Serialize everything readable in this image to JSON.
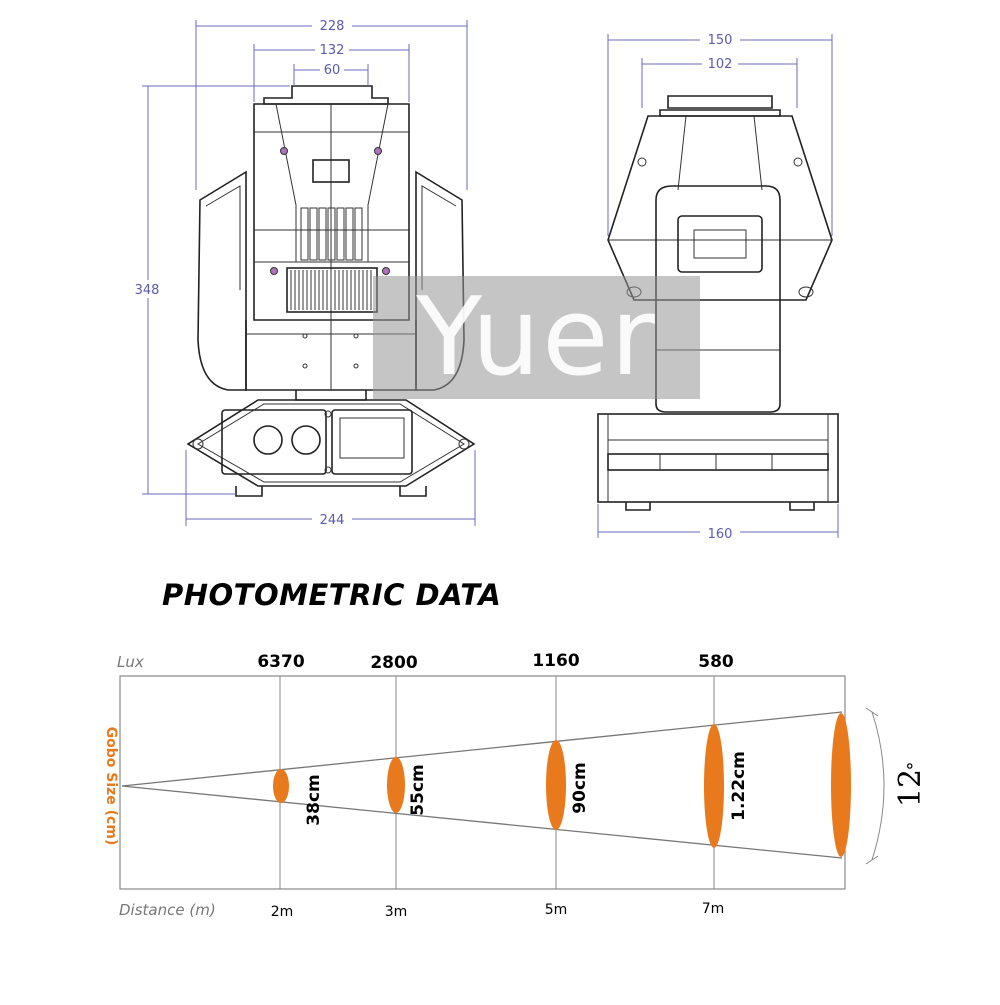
{
  "watermark": "Yuer",
  "front_view": {
    "width_total": "228",
    "width_head": "132",
    "width_top": "60",
    "height": "348",
    "width_base": "244"
  },
  "side_view": {
    "width_top": "150",
    "width_inner": "102",
    "width_base": "160"
  },
  "photometric": {
    "title": "PHOTOMETRIC DATA",
    "lux_label": "Lux",
    "distance_label": "Distance (m)",
    "gobo_label": "Gobo Size (cm)",
    "beam_angle": "12",
    "beam_angle_unit": "°",
    "beam_color": "#e8791c"
  },
  "chart_data": {
    "type": "table",
    "x": [
      "2m",
      "3m",
      "5m",
      "7m"
    ],
    "lux": [
      "6370",
      "2800",
      "1160",
      "580"
    ],
    "gobo_size": [
      "38cm",
      "55cm",
      "90cm",
      "1.22cm"
    ],
    "beam_angle": "12°"
  }
}
